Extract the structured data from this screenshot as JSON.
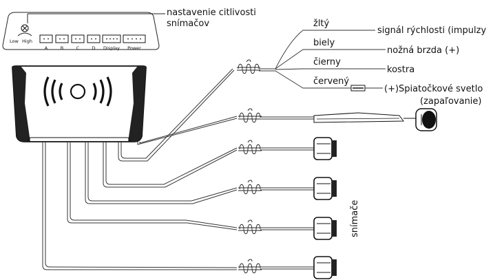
{
  "control_box": {
    "callout": [
      "nastavenie citlivosti",
      "snímačov"
    ],
    "knob_labels": [
      "Low",
      "High"
    ],
    "ports": [
      "A",
      "B",
      "C",
      "D",
      "Display",
      "Power"
    ]
  },
  "wires": [
    {
      "color": "žltý",
      "signal": "signál rýchlosti (impulzy"
    },
    {
      "color": "biely",
      "signal": "nožná brzda (+)"
    },
    {
      "color": "čierny",
      "signal": "kostra"
    },
    {
      "color": "červený",
      "signal": "(+)Spiatočkové svetlo"
    }
  ],
  "red_wire_note": "(zapaľovanie)",
  "sensors_label": "snímače"
}
